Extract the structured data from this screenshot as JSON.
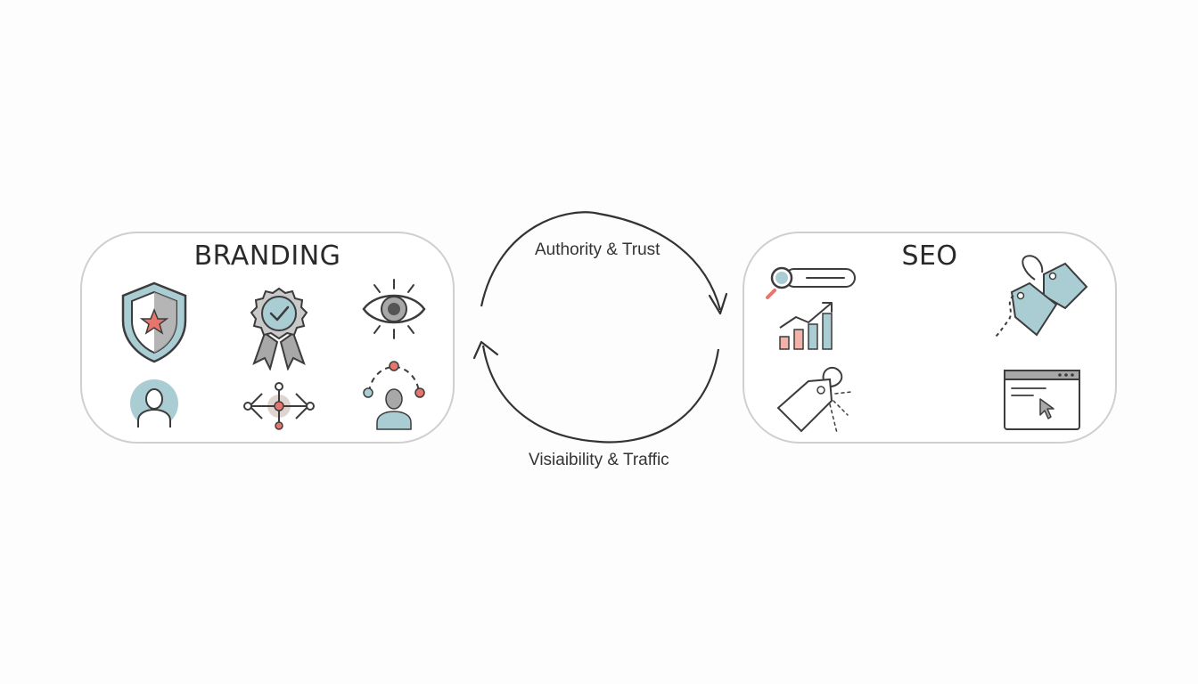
{
  "branding": {
    "title": "BRANDING",
    "icons": [
      "shield-star-icon",
      "award-ribbon-check-icon",
      "eye-icon",
      "user-avatar-icon",
      "network-nodes-icon",
      "person-connections-icon"
    ]
  },
  "seo": {
    "title": "SEO",
    "icons": [
      "search-bar-icon",
      "growth-chart-icon",
      "price-tags-icon",
      "tag-icon",
      "browser-cursor-icon"
    ]
  },
  "cycle": {
    "top_label": "Authority & Trust",
    "bottom_label": "Visiaibility & Traffic"
  },
  "colors": {
    "outline": "#3c3c3c",
    "panel_border": "#cfcfcf",
    "accent_blue": "#a9cdd3",
    "accent_coral": "#e8756b",
    "gray_fill": "#a8a8a8"
  }
}
